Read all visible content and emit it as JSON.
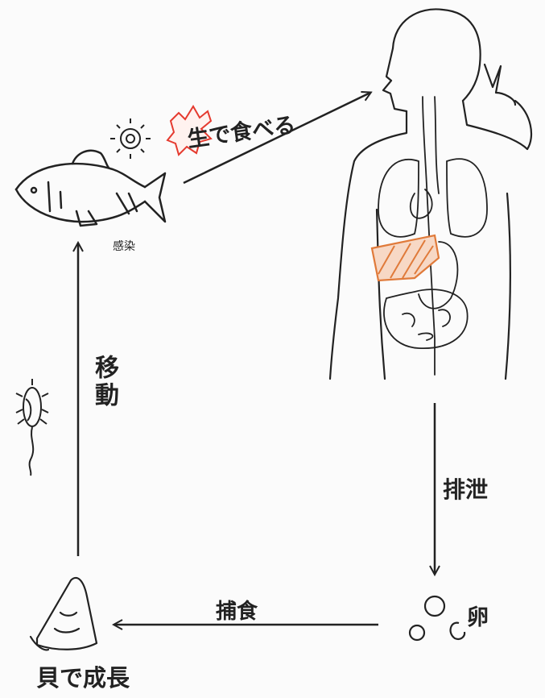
{
  "labels": {
    "eat_raw": "生で食べる",
    "infected": "感染",
    "move": "移動",
    "excrete": "排泄",
    "prey": "捕食",
    "egg": "卵",
    "grow_in_shellfish": "貝で成長"
  },
  "colors": {
    "ink": "#222222",
    "burst": "#e53a2f",
    "liver": "#e07a3a"
  },
  "icons": [
    "parasite-icon",
    "fish-icon",
    "human-icon",
    "shellfish-icon",
    "egg-icon"
  ]
}
